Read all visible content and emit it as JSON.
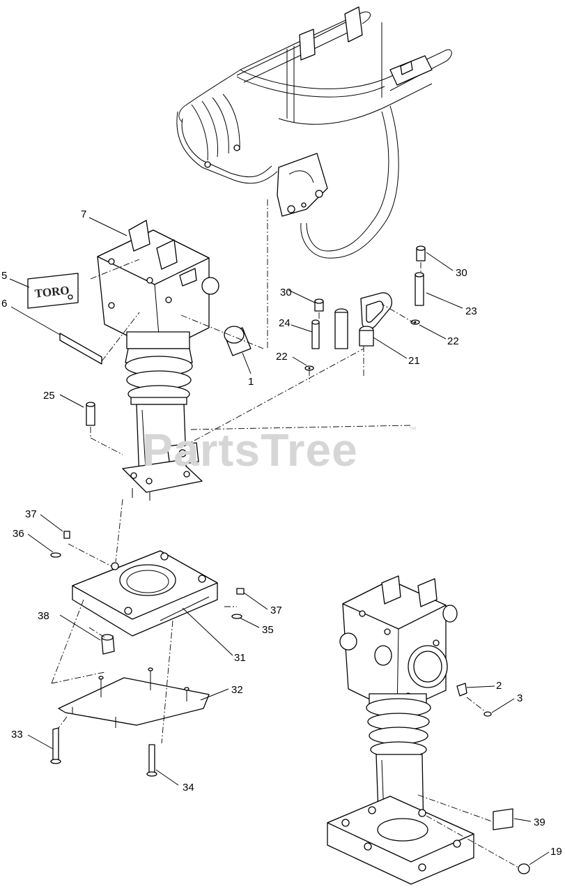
{
  "diagram": {
    "watermark": {
      "text": "PartsTree",
      "trademark": "™"
    },
    "brand_plate_text": "TORO",
    "callouts": [
      {
        "id": "c1",
        "label": "1"
      },
      {
        "id": "c2",
        "label": "2"
      },
      {
        "id": "c3",
        "label": "3"
      },
      {
        "id": "c5",
        "label": "5"
      },
      {
        "id": "c6",
        "label": "6"
      },
      {
        "id": "c7",
        "label": "7"
      },
      {
        "id": "c19",
        "label": "19"
      },
      {
        "id": "c21",
        "label": "21"
      },
      {
        "id": "c22a",
        "label": "22"
      },
      {
        "id": "c22b",
        "label": "22"
      },
      {
        "id": "c23",
        "label": "23"
      },
      {
        "id": "c24",
        "label": "24"
      },
      {
        "id": "c25",
        "label": "25"
      },
      {
        "id": "c30a",
        "label": "30"
      },
      {
        "id": "c30b",
        "label": "30"
      },
      {
        "id": "c31",
        "label": "31"
      },
      {
        "id": "c32",
        "label": "32"
      },
      {
        "id": "c33",
        "label": "33"
      },
      {
        "id": "c34",
        "label": "34"
      },
      {
        "id": "c35",
        "label": "35"
      },
      {
        "id": "c36",
        "label": "36"
      },
      {
        "id": "c37a",
        "label": "37"
      },
      {
        "id": "c37b",
        "label": "37"
      },
      {
        "id": "c38",
        "label": "38"
      },
      {
        "id": "c39",
        "label": "39"
      }
    ]
  }
}
